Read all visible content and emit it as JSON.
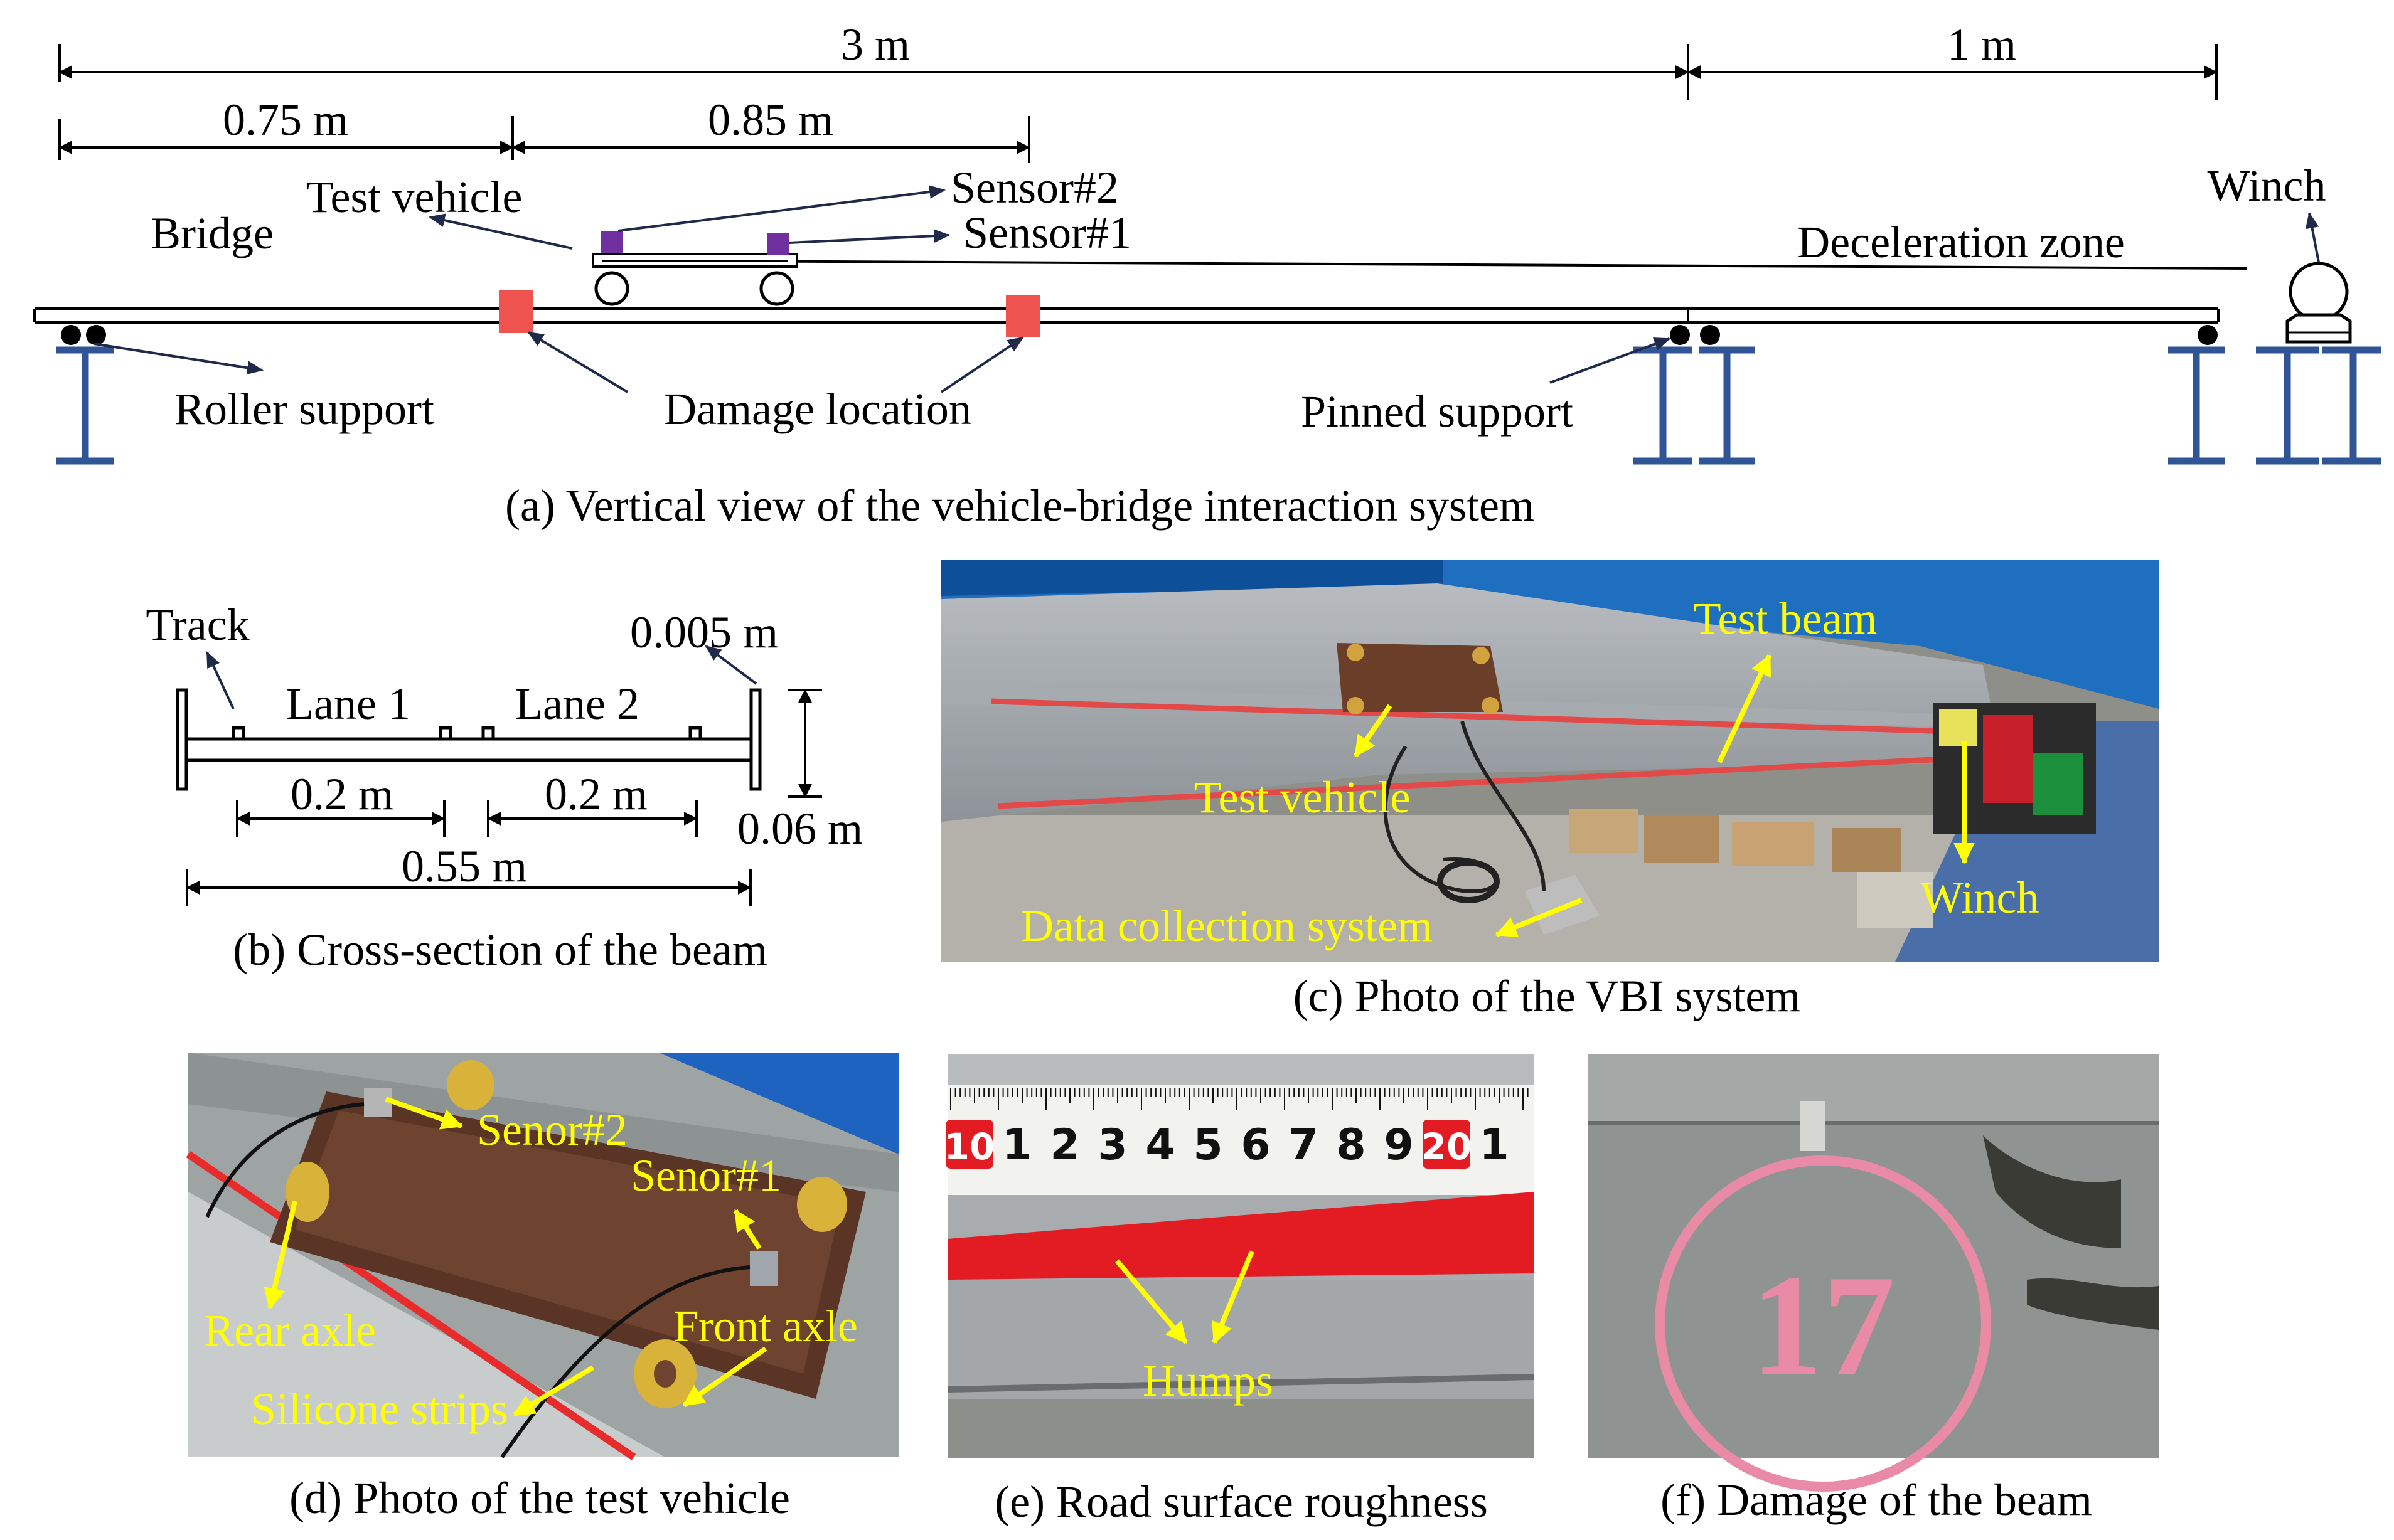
{
  "colors": {
    "ink": "#000000",
    "support_blue": "#2f5597",
    "damage_red": "#ef5350",
    "sensor_purple": "#7030a0",
    "label_yellow": "#ffff00",
    "arrow_navy": "#1f2a4a"
  },
  "panel_a": {
    "dim_3m": "3 m",
    "dim_1m": "1 m",
    "dim_075m": "0.75 m",
    "dim_085m": "0.85 m",
    "test_vehicle": "Test vehicle",
    "bridge": "Bridge",
    "sensor2": "Sensor#2",
    "sensor1": "Sensor#1",
    "winch": "Winch",
    "deceleration_zone": "Deceleration zone",
    "roller_support": "Roller support",
    "damage_location": "Damage location",
    "pinned_support": "Pinned support",
    "caption": "(a) Vertical view of the vehicle-bridge interaction system"
  },
  "panel_b": {
    "track": "Track",
    "thickness": "0.005 m",
    "lane1": "Lane 1",
    "lane2": "Lane 2",
    "lane_width_1": "0.2 m",
    "lane_width_2": "0.2 m",
    "height": "0.06 m",
    "width": "0.55 m",
    "caption": "(b) Cross-section of the beam"
  },
  "panel_c": {
    "test_beam": "Test beam",
    "test_vehicle": "Test vehicle",
    "winch": "Winch",
    "data_collection": "Data collection system",
    "caption": "(c) Photo of the VBI system"
  },
  "panel_d": {
    "sensor2": "Senor#2",
    "sensor1": "Senor#1",
    "rear_axle": "Rear axle",
    "front_axle": "Front axle",
    "silicone": "Silicone strips",
    "caption": "(d) Photo of the test vehicle"
  },
  "panel_e": {
    "ruler_digits": [
      "10",
      "1",
      "2",
      "3",
      "4",
      "5",
      "6",
      "7",
      "8",
      "9",
      "20",
      "1"
    ],
    "humps": "Humps",
    "caption": "(e) Road surface roughness"
  },
  "panel_f": {
    "mark": "17",
    "caption": "(f) Damage of the beam"
  }
}
